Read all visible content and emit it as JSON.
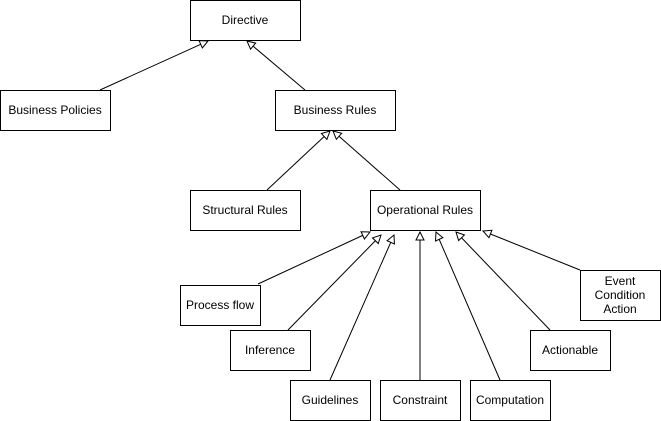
{
  "diagram": {
    "nodes": {
      "directive": [
        "Directive"
      ],
      "business_policies": [
        "Business Policies"
      ],
      "business_rules": [
        "Business Rules"
      ],
      "structural_rules": [
        "Structural Rules"
      ],
      "operational_rules": [
        "Operational Rules"
      ],
      "process_flow": [
        "Process flow"
      ],
      "inference": [
        "Inference"
      ],
      "guidelines": [
        "Guidelines"
      ],
      "constraint": [
        "Constraint"
      ],
      "computation": [
        "Computation"
      ],
      "actionable": [
        "Actionable"
      ],
      "event_condition_action": [
        "Event",
        "Condition",
        "Action"
      ]
    },
    "edges": [
      {
        "from": "business_policies",
        "to": "directive",
        "relation": "generalization"
      },
      {
        "from": "business_rules",
        "to": "directive",
        "relation": "generalization"
      },
      {
        "from": "structural_rules",
        "to": "business_rules",
        "relation": "generalization"
      },
      {
        "from": "operational_rules",
        "to": "business_rules",
        "relation": "generalization"
      },
      {
        "from": "process_flow",
        "to": "operational_rules",
        "relation": "generalization"
      },
      {
        "from": "inference",
        "to": "operational_rules",
        "relation": "generalization"
      },
      {
        "from": "guidelines",
        "to": "operational_rules",
        "relation": "generalization"
      },
      {
        "from": "constraint",
        "to": "operational_rules",
        "relation": "generalization"
      },
      {
        "from": "computation",
        "to": "operational_rules",
        "relation": "generalization"
      },
      {
        "from": "actionable",
        "to": "operational_rules",
        "relation": "generalization"
      },
      {
        "from": "event_condition_action",
        "to": "operational_rules",
        "relation": "generalization"
      }
    ]
  }
}
